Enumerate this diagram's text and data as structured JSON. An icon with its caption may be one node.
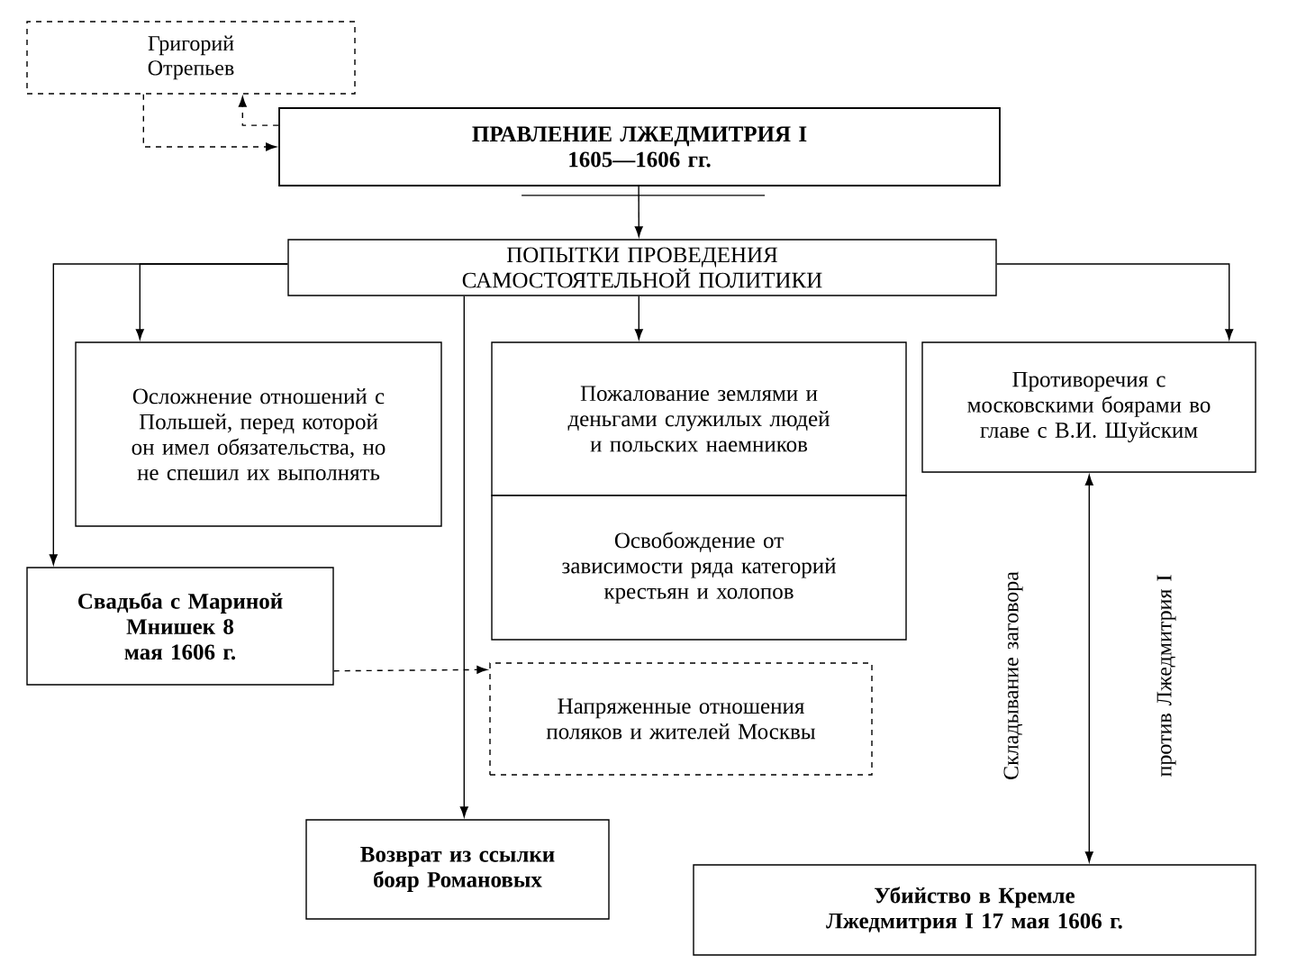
{
  "diagram": {
    "nodes": [
      {
        "text": [
          "Григорий Отрепьев"
        ]
      },
      {
        "text": [
          "ПРАВЛЕНИЕ ЛЖЕДМИТРИЯ I",
          "1605—1606 гг."
        ]
      },
      {
        "text": [
          "ПОПЫТКИ ПРОВЕДЕНИЯ САМОСТОЯТЕЛЬНОЙ ПОЛИТИКИ"
        ]
      },
      {
        "text": [
          "Осложнение отношений с Польшей, перед которой он имел обязательства, но не спешил их выполнять"
        ]
      },
      {
        "text": [
          "Пожалование землями и деньгами служилых людей и польских наемников"
        ]
      },
      {
        "text": [
          "Освобождение от зависимости ряда категорий крестьян и холопов"
        ]
      },
      {
        "text": [
          "Противоречия с московскими боярами во главе с В.И. Шуйским"
        ]
      },
      {
        "text": [
          "Свадьба с Мариной Мнишек 8 мая 1606 г."
        ]
      },
      {
        "text": [
          "Напряженные отношения поляков и жителей Москвы"
        ]
      },
      {
        "text": [
          "Возврат из ссылки бояр Романовых"
        ]
      },
      {
        "text": [
          "Убийство в Кремле Лжедмитрия I 17 мая 1606 г."
        ]
      }
    ],
    "edges": [
      {
        "from": 0,
        "to": 1,
        "arrow": "to",
        "style": "dashed"
      },
      {
        "from": 1,
        "to": 0,
        "arrow": "to",
        "style": "dashed"
      },
      {
        "from": 1,
        "to": 2,
        "arrow": "to"
      },
      {
        "from": 2,
        "to": 3,
        "arrow": "to"
      },
      {
        "from": 2,
        "to": 7,
        "arrow": "to"
      },
      {
        "from": 2,
        "to": 4,
        "arrow": "to"
      },
      {
        "from": 2,
        "to": 9,
        "arrow": "to"
      },
      {
        "from": 2,
        "to": 6,
        "arrow": "to"
      },
      {
        "from": 7,
        "to": 8,
        "arrow": "to",
        "style": "dashed"
      },
      {
        "from": 10,
        "to": 6,
        "arrow": "both",
        "label": "Складывание заговора против Лжедмитрия I"
      }
    ]
  }
}
